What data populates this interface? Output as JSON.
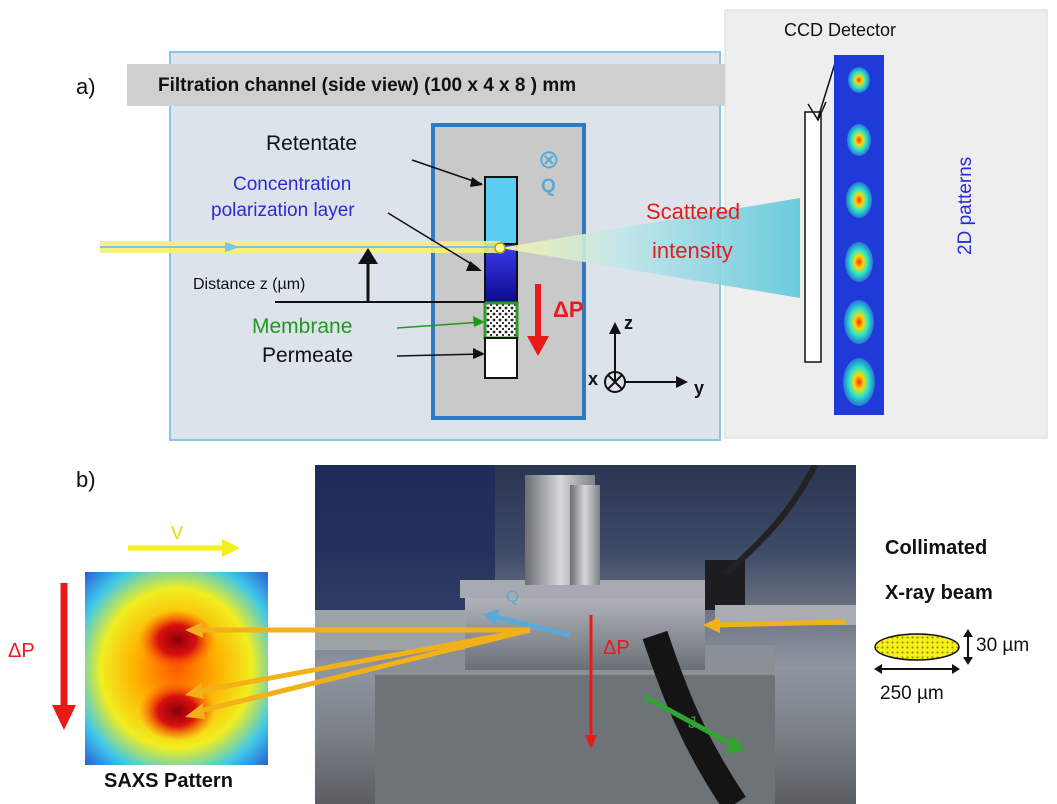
{
  "panel_a": {
    "label": "a)",
    "title": "Filtration channel (side view) (100 x 4 x 8 ) mm",
    "ccd_detector": "CCD Detector",
    "patterns_label": "2D patterns",
    "retentate": "Retentate",
    "concentration_line1": "Concentration",
    "concentration_line2": "polarization layer",
    "distance": "Distance z (µm)",
    "membrane": "Membrane",
    "permeate": "Permeate",
    "q_symbol": "⊗",
    "q_label": "Q",
    "delta_p": "ΔP",
    "scattered_line1": "Scattered",
    "scattered_line2": "intensity",
    "axis_z": "z",
    "axis_x": "x",
    "axis_y": "y"
  },
  "panel_b": {
    "label": "b)",
    "v_label": "V",
    "delta_p_left": "ΔP",
    "saxs_caption": "SAXS Pattern",
    "q_label": "Q",
    "delta_p_photo": "ΔP",
    "j_label": "J",
    "collimated_line1": "Collimated",
    "collimated_line2": "X-ray beam",
    "beam_height": "30 µm",
    "beam_width": "250 µm"
  },
  "colors": {
    "blue_text": "#2b2bd6",
    "light_blue": "#5aaad8",
    "red": "#e81a1a",
    "green": "#1f9a1f",
    "yellow": "#f5ef1a",
    "orange_arrow": "#f2b019",
    "frame_blue": "#2f7ac0"
  }
}
